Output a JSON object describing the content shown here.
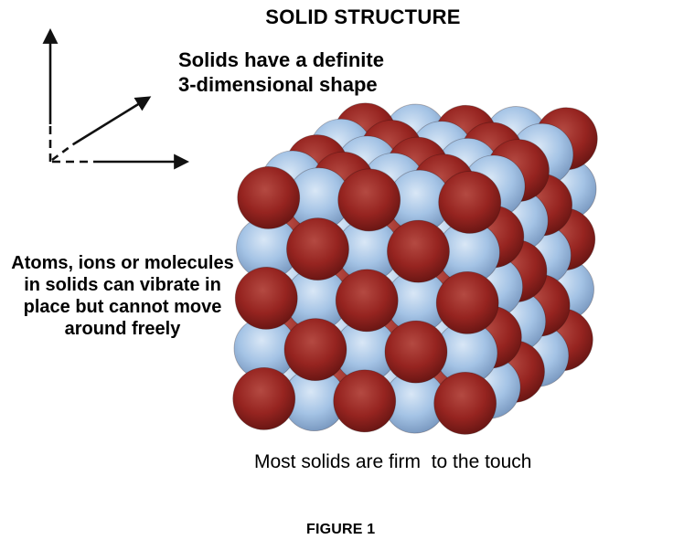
{
  "figure": {
    "title": "SOLID STRUCTURE",
    "subtitle": [
      "Solids have a definite",
      "3-dimensional shape"
    ],
    "left_note": [
      "Atoms, ions or molecules",
      "in solids can vibrate in",
      "place but cannot move",
      "around freely"
    ],
    "caption": "Most solids are firm  to the touch",
    "figure_label": "FIGURE 1"
  },
  "icons": {
    "axes": "3d-coordinate-axes"
  },
  "colors": {
    "text": "#000000",
    "background": "#ffffff",
    "axes_stroke": "#111111",
    "atom_red_highlight": "#b44a42",
    "atom_red_base": "#962420",
    "atom_red_rim": "#5c1210",
    "atom_blue_highlight": "#d9e7f6",
    "atom_blue_base": "#a4c3e5",
    "atom_blue_rim": "#6e8db6"
  },
  "crystal": {
    "grid_size": 5,
    "structure": "rock-salt alternating lattice",
    "atom_types": [
      "dark-red",
      "light-blue"
    ]
  }
}
